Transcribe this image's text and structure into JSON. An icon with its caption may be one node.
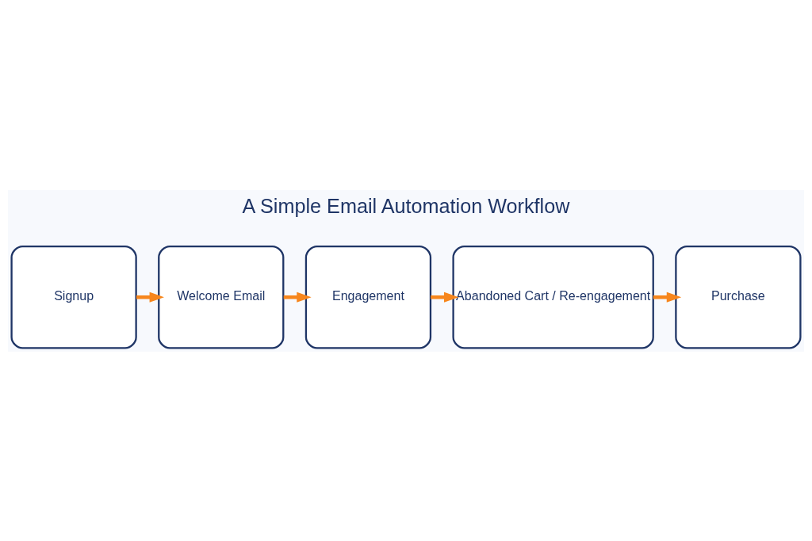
{
  "diagram": {
    "title": "A Simple Email Automation Workflow",
    "nodes": [
      {
        "text": [
          "Signup"
        ]
      },
      {
        "text": [
          "Welcome Email"
        ]
      },
      {
        "text": [
          "Engagement"
        ]
      },
      {
        "text": [
          "Abandoned Cart / Re-engagement"
        ]
      },
      {
        "text": [
          "Purchase"
        ]
      }
    ],
    "edges": [
      {
        "from": 0,
        "to": 1,
        "arrow": "to"
      },
      {
        "from": 1,
        "to": 2,
        "arrow": "to"
      },
      {
        "from": 2,
        "to": 3,
        "arrow": "to"
      },
      {
        "from": 3,
        "to": 4,
        "arrow": "to"
      }
    ]
  }
}
